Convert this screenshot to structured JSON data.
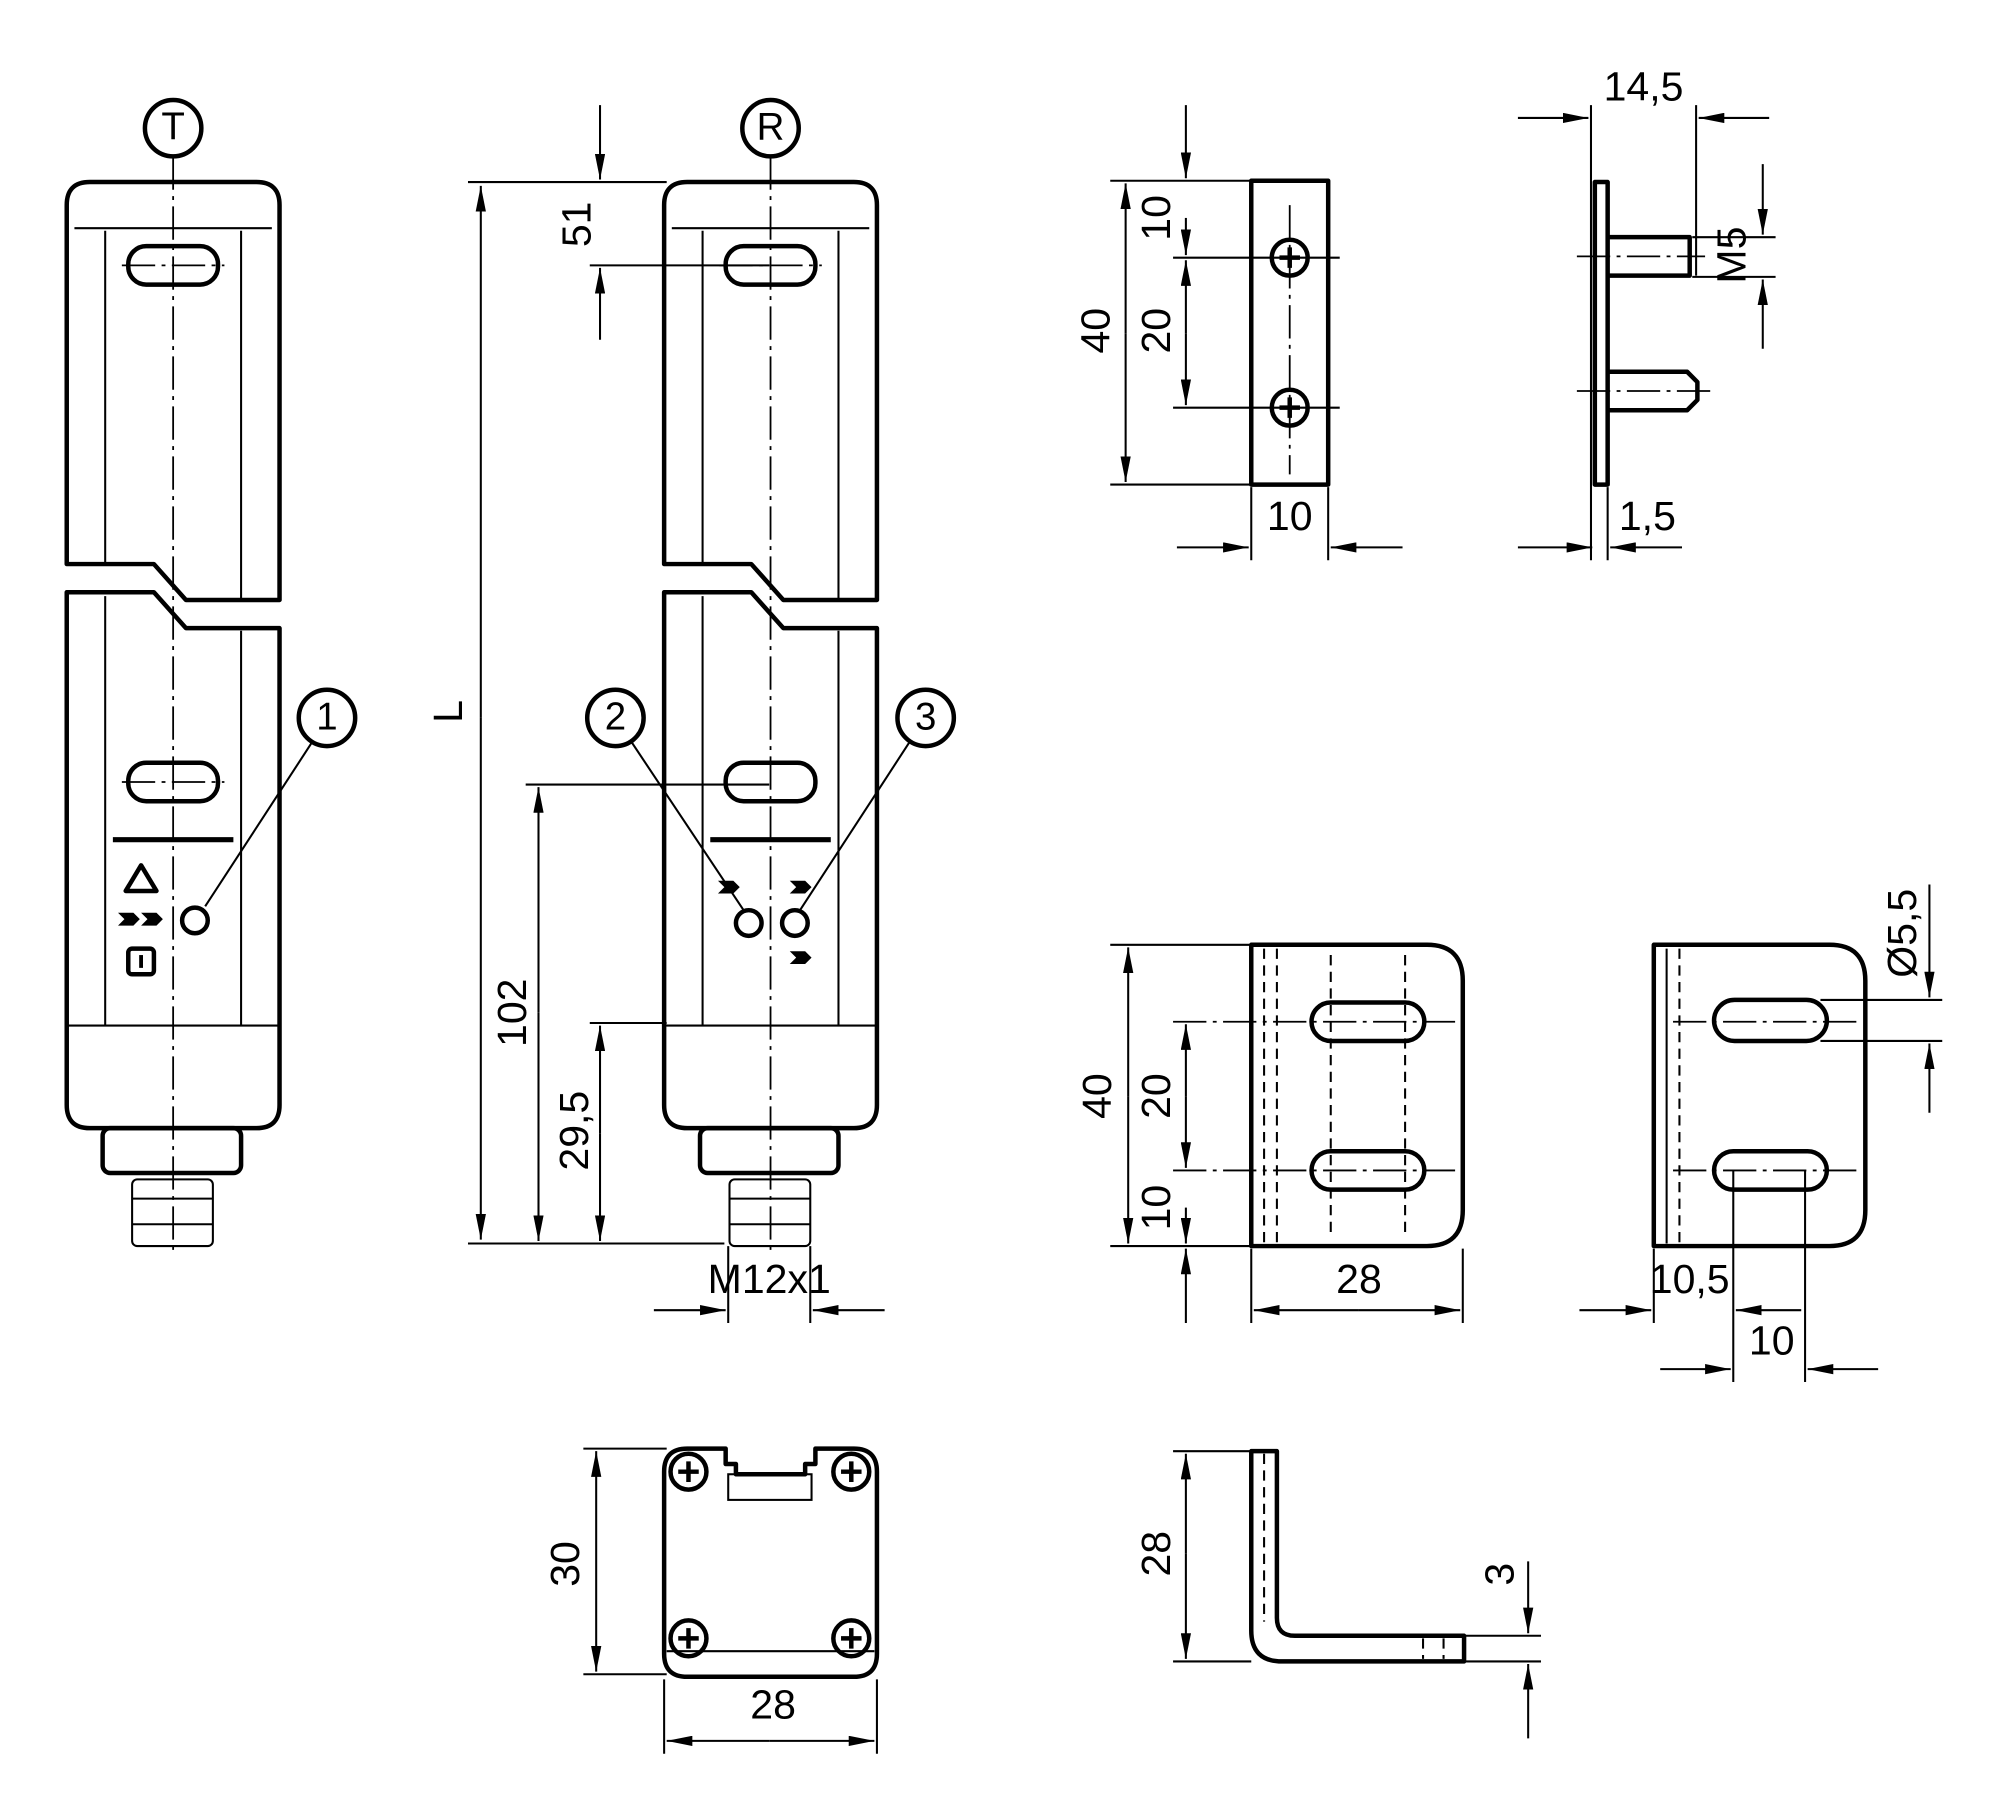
{
  "views": {
    "transmitter": {
      "tag": "T",
      "callout": "1"
    },
    "receiver": {
      "tag": "R",
      "callouts": [
        "2",
        "3"
      ]
    }
  },
  "dimensions": {
    "length": "L",
    "top_offset": "51",
    "height_102": "102",
    "height_29_5": "29,5",
    "connector": "M12x1",
    "housing_depth": "30",
    "housing_width": "28",
    "plate_height": "40",
    "plate_top": "10",
    "plate_pitch": "20",
    "plate_width": "10",
    "pin_length": "14,5",
    "pin_thread": "M5",
    "plate_thickness": "1,5",
    "bracket_height": "40",
    "bracket_pitch": "20",
    "bracket_bottom": "10",
    "bracket_width": "28",
    "slot_diameter": "Ø5,5",
    "slot_offset": "10,5",
    "slot_length": "10",
    "bracket_side_height": "28",
    "bracket_thickness": "3"
  }
}
